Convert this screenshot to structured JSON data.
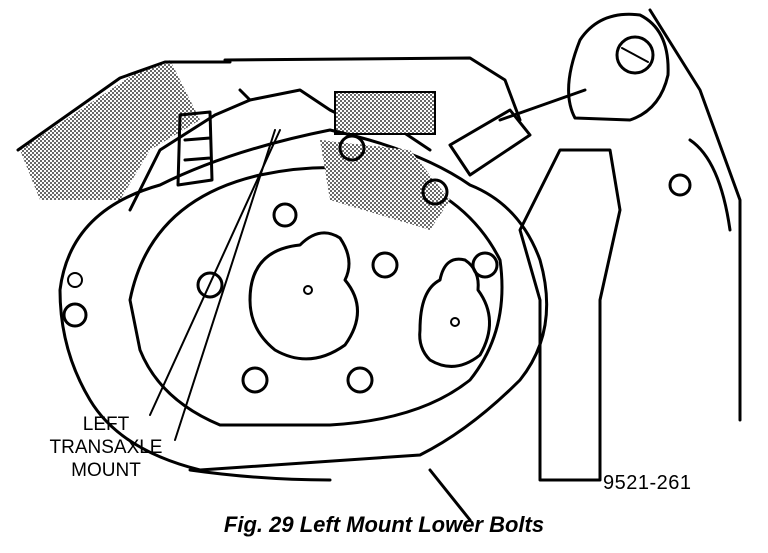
{
  "callout": {
    "line1": "LEFT",
    "line2": "TRANSAXLE",
    "line3": "MOUNT"
  },
  "figure_number": "9521-261",
  "caption": "Fig. 29 Left Mount Lower Bolts"
}
